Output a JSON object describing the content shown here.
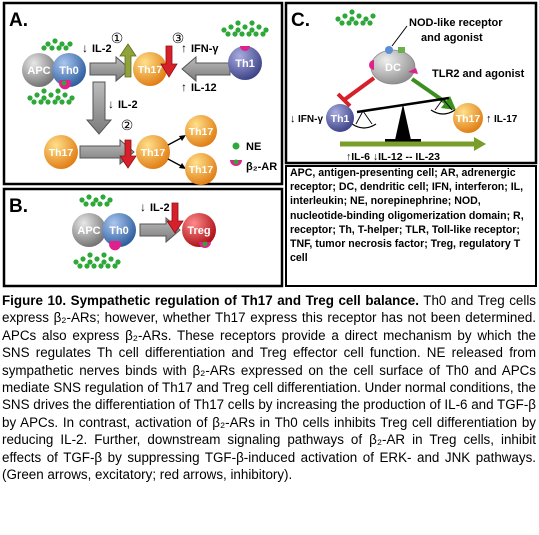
{
  "panels": {
    "a": {
      "label": "A.",
      "il2_top": "IL-2",
      "il2_mid": "IL-2",
      "ifng": "IFN-γ",
      "il12": "IL-12",
      "step1": "①",
      "step2": "②",
      "step3": "③",
      "cells": {
        "apc": "APC",
        "th0": "Th0",
        "th17_top": "Th17",
        "th1": "Th1",
        "th17_left": "Th17",
        "th17_mid": "Th17",
        "th17_right_a": "Th17",
        "th17_right_b": "Th17"
      },
      "legend": {
        "ne": "NE",
        "b2ar": "β₂-AR"
      }
    },
    "b": {
      "label": "B.",
      "il2": "IL-2",
      "cells": {
        "apc": "APC",
        "th0": "Th0",
        "treg": "Treg"
      }
    },
    "c": {
      "label": "C.",
      "nod": "NOD-like receptor",
      "nod2": "and agonist",
      "tlr2": "TLR2  and agonist",
      "ifng": "IFN-γ",
      "il17": "IL-17",
      "cytokines": "↑IL-6  ↓IL-12  -- IL-23",
      "cells": {
        "dc": "DC",
        "th1": "Th1",
        "th17": "Th17"
      }
    }
  },
  "abbreviations": "APC, antigen-presenting cell; AR, adrenergic receptor; DC, dendritic cell; IFN, interferon; IL, interleukin; NE, norepinephrine; NOD, nucleotide-binding oligomerization domain; R, receptor; Th, T-helper; TLR, Toll-like receptor; TNF, tumor necrosis factor; Treg, regulatory T cell",
  "caption": {
    "title": "Figure 10. Sympathetic regulation of Th17 and Treg cell balance.",
    "body": " Th0 and Treg cells express β₂-ARs; however, whether Th17 express this receptor has not been determined. APCs also express β₂-ARs. These receptors provide a direct mechanism by which the SNS regulates Th cell differentiation and Treg effector cell function. NE released from sympathetic nerves binds with β₂-ARs expressed on the cell surface of Th0 and APCs mediate SNS regulation of Th17 and Treg cell differentiation. Under normal conditions, the SNS drives the differentiation of Th17 cells by increasing the production of IL-6 and TGF-β by APCs. In contrast, activation of β₂-ARs in Th0 cells inhibits Treg cell differentiation by reducing IL-2. Further, downstream signaling pathways of β₂-AR in Treg cells, inhibit effects of TGF-β by suppressing TGF-β-induced activation of ERK- and JNK pathways. (Green arrows, excitatory; red arrows, inhibitory)."
  },
  "colors": {
    "apc": "#8a8a8a",
    "th0": "#3d6fb0",
    "th17": "#f29a1a",
    "treg": "#c8141c",
    "th1": "#4a4f9a",
    "dc": "#a0a0a0",
    "ne": "#2fa83a",
    "b2ar": "#e0218a",
    "green_arrow": "#3c8f1e",
    "red_arrow": "#d6202a",
    "gray_arrow": "#8c8c8c"
  }
}
